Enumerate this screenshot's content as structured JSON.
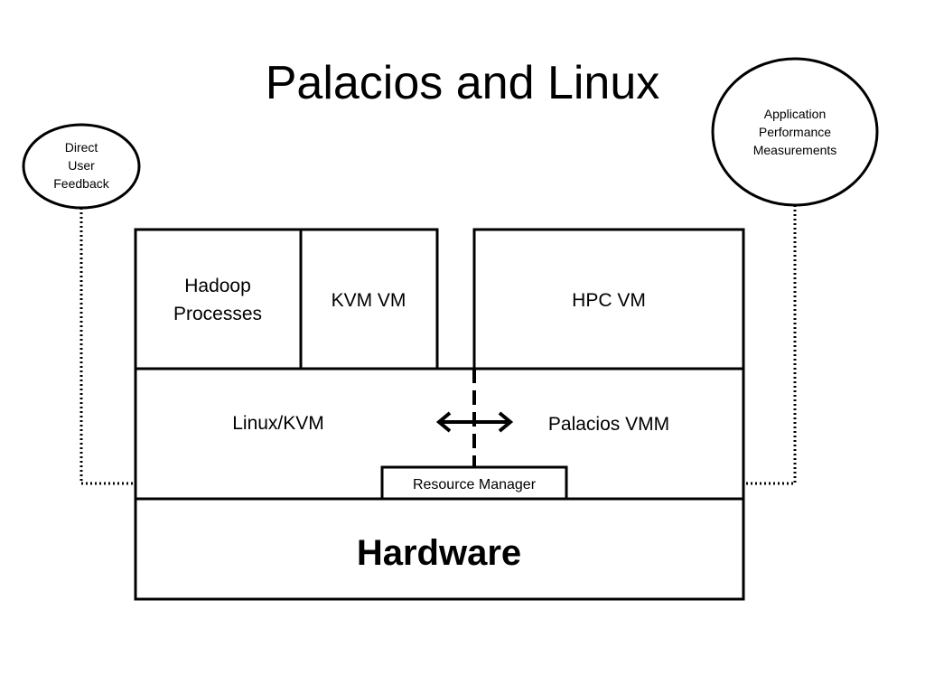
{
  "slide": {
    "title": "Palacios and Linux"
  },
  "diagram": {
    "feedback_circle": {
      "lines": [
        "Direct",
        "User",
        "Feedback"
      ]
    },
    "measurements_circle": {
      "lines": [
        "Application",
        "Performance",
        "Measurements"
      ]
    },
    "boxes": {
      "hadoop": {
        "lines": [
          "Hadoop",
          "Processes"
        ]
      },
      "kvm_vm": {
        "label": "KVM VM"
      },
      "hpc_vm": {
        "label": "HPC VM"
      },
      "linux_kvm": {
        "label": "Linux/KVM"
      },
      "palacios_vmm": {
        "label": "Palacios VMM"
      },
      "resource_manager": {
        "label": "Resource Manager"
      },
      "hardware": {
        "label": "Hardware"
      }
    },
    "colors": {
      "stroke": "#000000",
      "background": "#ffffff"
    }
  }
}
